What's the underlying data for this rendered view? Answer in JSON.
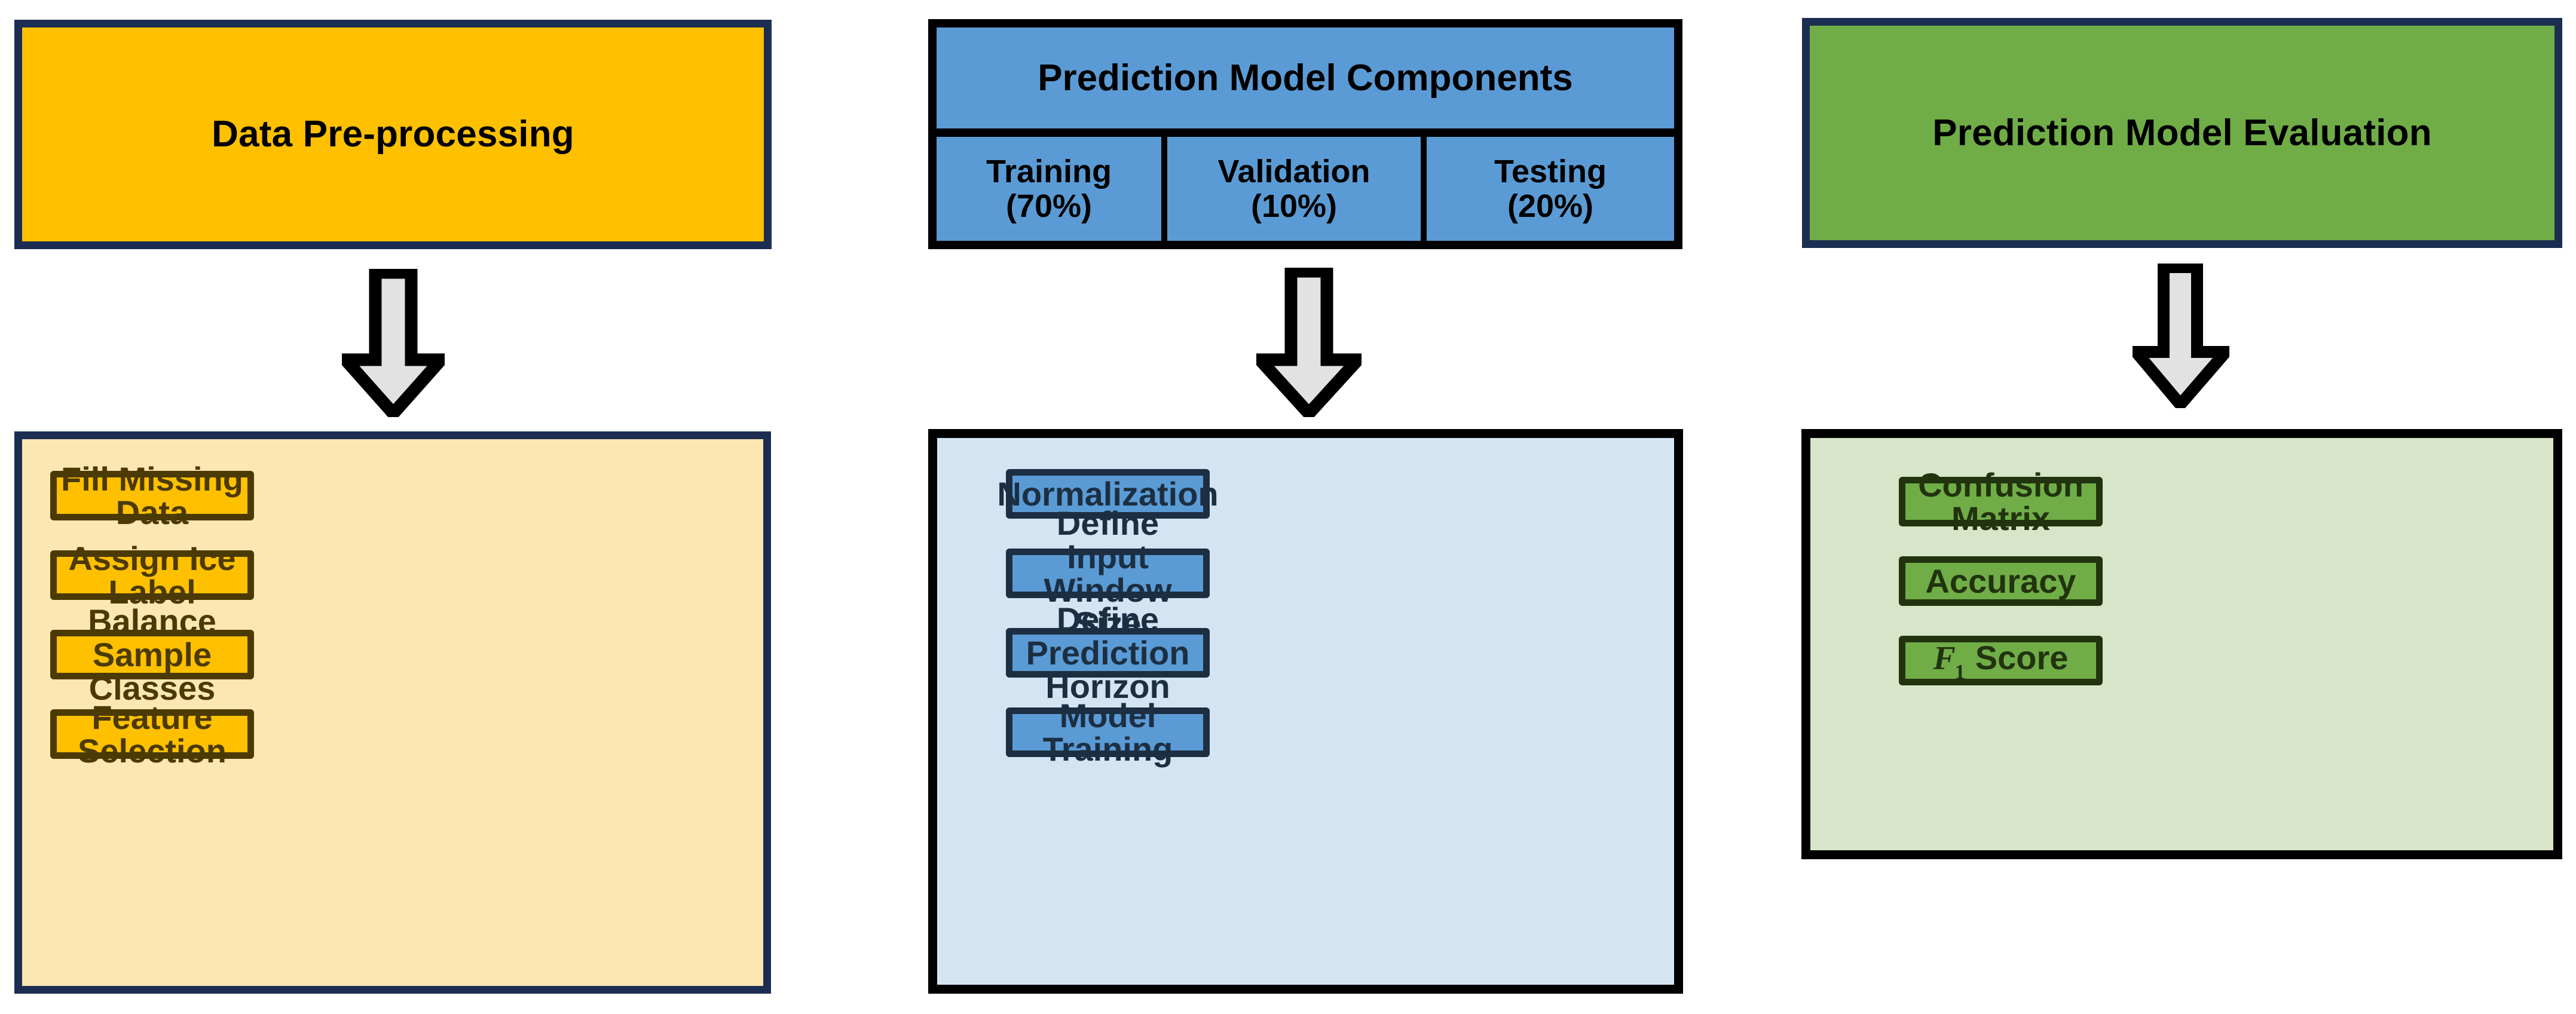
{
  "columns": {
    "left": {
      "header": {
        "title": "Data Pre-processing"
      },
      "items": [
        {
          "label": "Fill Missing Data"
        },
        {
          "label": "Assign Ice Label"
        },
        {
          "label": "Balance Sample Classes"
        },
        {
          "label": "Feature Selection"
        }
      ]
    },
    "middle": {
      "header": {
        "title": "Prediction Model Components",
        "splits": [
          {
            "name": "Training",
            "percent": "(70%)"
          },
          {
            "name": "Validation",
            "percent": "(10%)"
          },
          {
            "name": "Testing",
            "percent": "(20%)"
          }
        ]
      },
      "items": [
        {
          "label": "Normalization"
        },
        {
          "label": "Define Input Window Size"
        },
        {
          "label": "Define Prediction Horizon"
        },
        {
          "label": "Model Training"
        }
      ]
    },
    "right": {
      "header": {
        "title": "Prediction Model Evaluation"
      },
      "items": [
        {
          "label": "Confusion Matrix"
        },
        {
          "label": "Accuracy"
        },
        {
          "label": "F1 Score",
          "math": {
            "symbol": "F",
            "subscript": "1",
            "suffix": " Score"
          }
        }
      ]
    }
  },
  "arrows": [
    {
      "name": "arrow-left",
      "direction": "down"
    },
    {
      "name": "arrow-mid",
      "direction": "down"
    },
    {
      "name": "arrow-right",
      "direction": "down"
    }
  ],
  "colors": {
    "orange_fill": "#FFC000",
    "orange_panel": "#FCE7B2",
    "orange_border": "#4C3A05",
    "blue_fill": "#5B9BD5",
    "blue_panel": "#D4E4F3",
    "blue_border": "#1C2F42",
    "green_fill": "#70AD47",
    "green_panel": "#D8E5C8",
    "green_border": "#22330F",
    "navy_frame": "#1B2E52",
    "black_frame": "#000000",
    "arrow_fill": "#E2E2E2",
    "arrow_outline": "#000000",
    "page_background": "#FFFFFF"
  }
}
